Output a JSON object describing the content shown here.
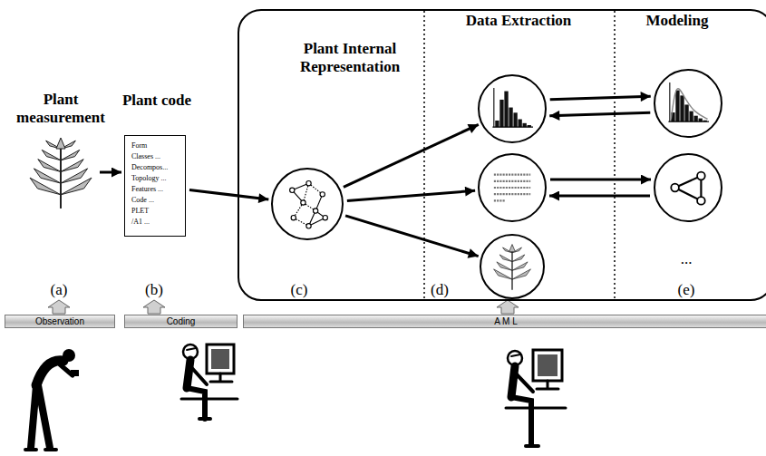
{
  "diagram": {
    "nodes": [
      {
        "text": [
          "Plant measurement"
        ]
      },
      {
        "text": [
          "Plant code",
          "Form",
          "Classes ...",
          "Decompos...",
          "Topology ...",
          "Features ...",
          "Code ...",
          "PLET",
          "/A1 ..."
        ]
      },
      {
        "text": [
          "Data Extraction",
          "Modeling"
        ]
      },
      {
        "text": [
          "Plant Internal Representation"
        ],
        "in": 2
      },
      {
        "text": [],
        "in": 2
      },
      {
        "text": [],
        "in": 2
      },
      {
        "text": [],
        "in": 2
      },
      {
        "text": [],
        "in": 2
      },
      {
        "text": [],
        "in": 2
      },
      {
        "text": [
          "Observation"
        ]
      },
      {
        "text": [
          "Coding"
        ]
      },
      {
        "text": [
          "A M L"
        ]
      }
    ],
    "edges": [
      {
        "from": 0,
        "to": 1,
        "arrow": "to"
      },
      {
        "from": 1,
        "to": 3,
        "arrow": "to"
      },
      {
        "from": 3,
        "to": 4,
        "arrow": "to"
      },
      {
        "from": 3,
        "to": 5,
        "arrow": "to"
      },
      {
        "from": 3,
        "to": 6,
        "arrow": "to"
      },
      {
        "from": 4,
        "to": 7,
        "arrow": "to"
      },
      {
        "from": 7,
        "to": 4,
        "arrow": "to"
      },
      {
        "from": 5,
        "to": 8,
        "arrow": "to"
      },
      {
        "from": 8,
        "to": 5,
        "arrow": "to"
      }
    ],
    "labels": [
      "(a)",
      "(b)",
      "(c)",
      "(d)",
      "(e)",
      "..."
    ]
  }
}
